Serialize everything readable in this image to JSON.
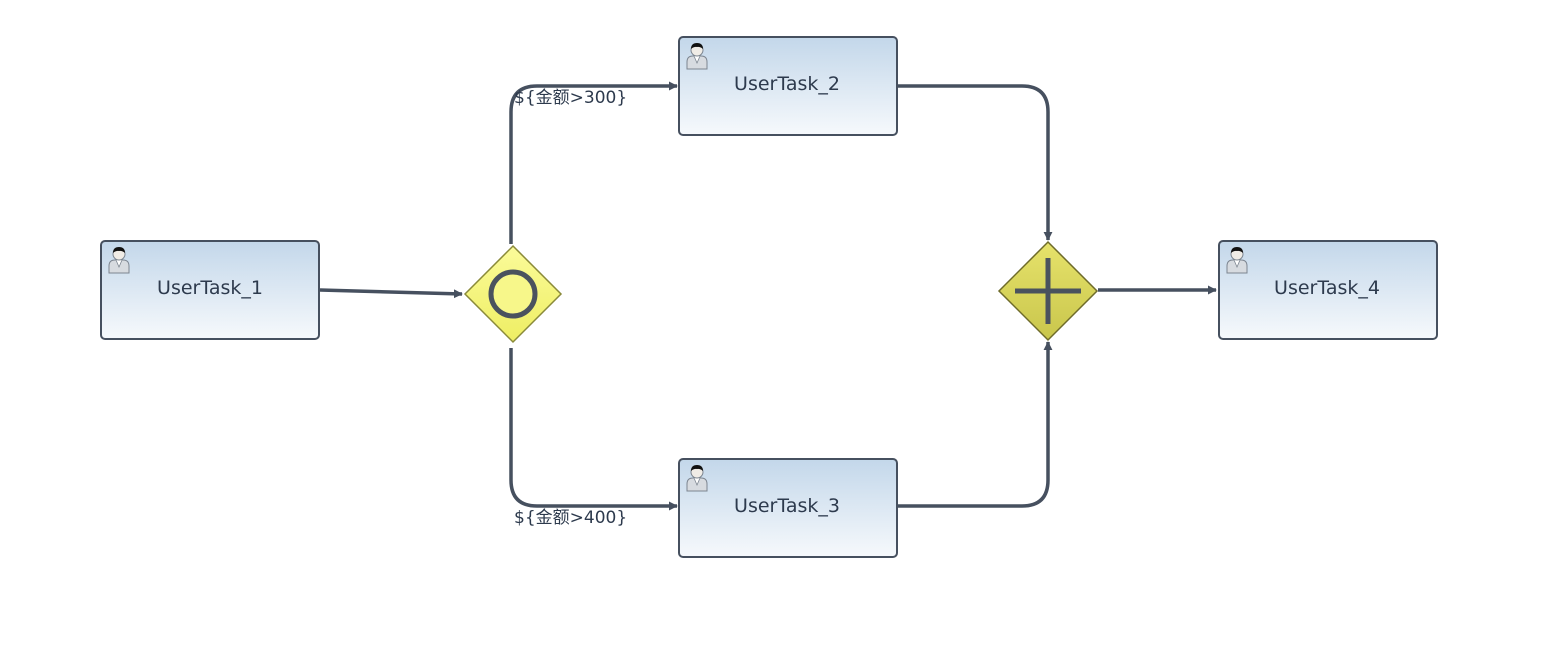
{
  "diagram": {
    "tasks": {
      "task1": "UserTask_1",
      "task2": "UserTask_2",
      "task3": "UserTask_3",
      "task4": "UserTask_4"
    },
    "conditions": {
      "upper": "${金额>300}",
      "lower": "${金额>400}"
    },
    "gateways": {
      "split": "inclusive-gateway",
      "join": "parallel-gateway"
    },
    "colors": {
      "task_fill_top": "#c3d7ea",
      "task_fill_bottom": "#f6f9fc",
      "task_border": "#46505f",
      "flow_stroke": "#46505f",
      "split_gateway_fill": "#f5f57a",
      "join_gateway_fill": "#d9d65a"
    },
    "icons": {
      "task": "user-icon"
    }
  }
}
